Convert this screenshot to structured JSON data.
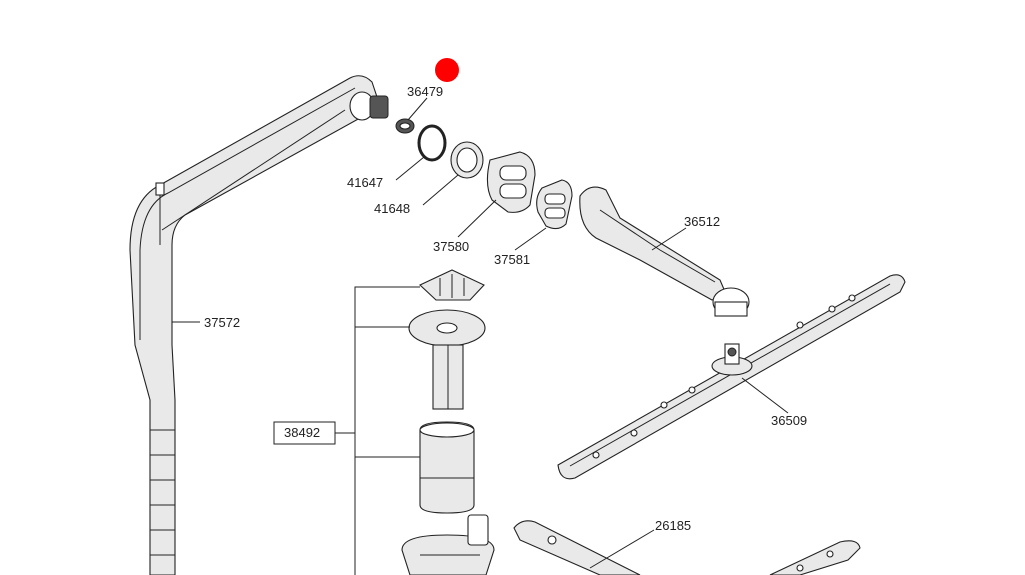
{
  "marker": {
    "color": "#ff0000"
  },
  "parts": {
    "p36479": "36479",
    "p41647": "41647",
    "p41648": "41648",
    "p37580": "37580",
    "p37581": "37581",
    "p36512": "36512",
    "p37572": "37572",
    "p38492": "38492",
    "p36509": "36509",
    "p26185": "26185"
  }
}
